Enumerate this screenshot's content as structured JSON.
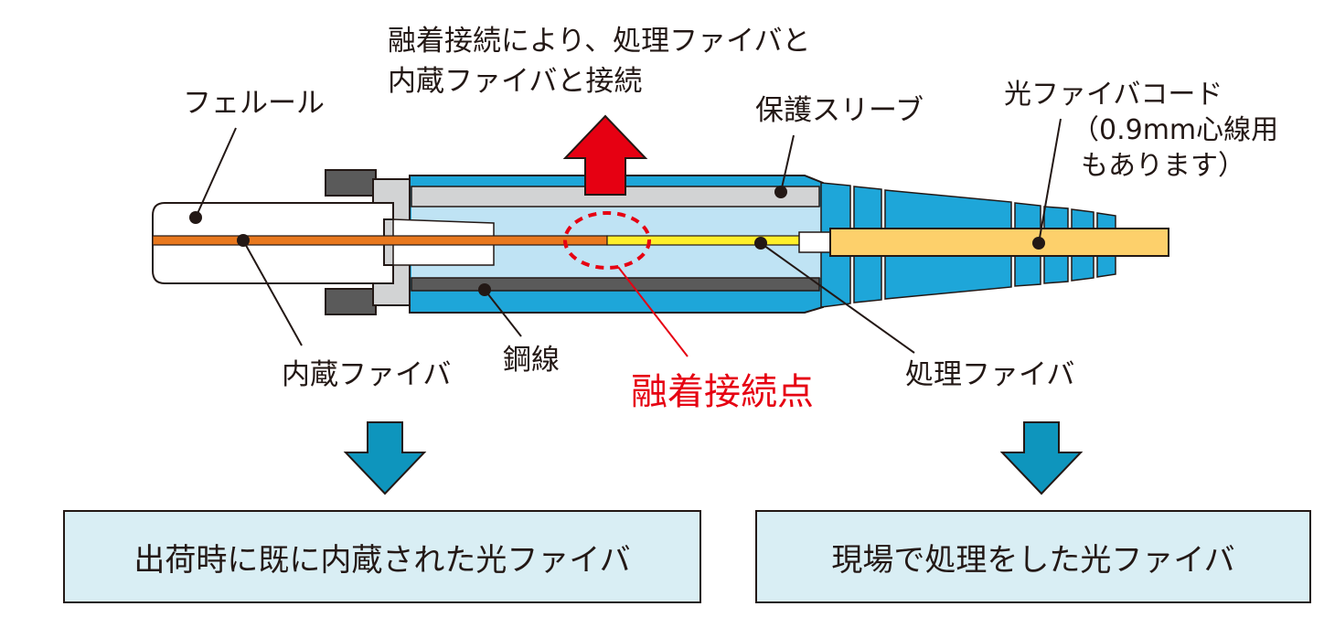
{
  "labels": {
    "splice_note_line1": "融着接続により、処理ファイバと",
    "splice_note_line2": "内蔵ファイバと接続",
    "ferrule": "フェルール",
    "protective_sleeve": "保護スリーブ",
    "fiber_cord_line1": "光ファイバコード",
    "fiber_cord_line2": "（0.9mm心線用",
    "fiber_cord_line3": "もあります）",
    "builtin_fiber": "内蔵ファイバ",
    "steel_wire": "鋼線",
    "fusion_point": "融着接続点",
    "processed_fiber": "処理ファイバ"
  },
  "boxes": {
    "left": "出荷時に既に内蔵された光ファイバ",
    "right": "現場で処理をした光ファイバ"
  },
  "colors": {
    "sleeve_blue": "#bfe3f4",
    "boot_blue": "#1ea6d9",
    "builtin_fiber_orange": "#e8781e",
    "processed_fiber_yellow": "#ffef2a",
    "cord_yellow": "#fdd06b",
    "arrow_red": "#e60012",
    "arrow_blue": "#0e95bd",
    "fusion_red": "#e60012",
    "box_fill": "#d9eef4"
  }
}
